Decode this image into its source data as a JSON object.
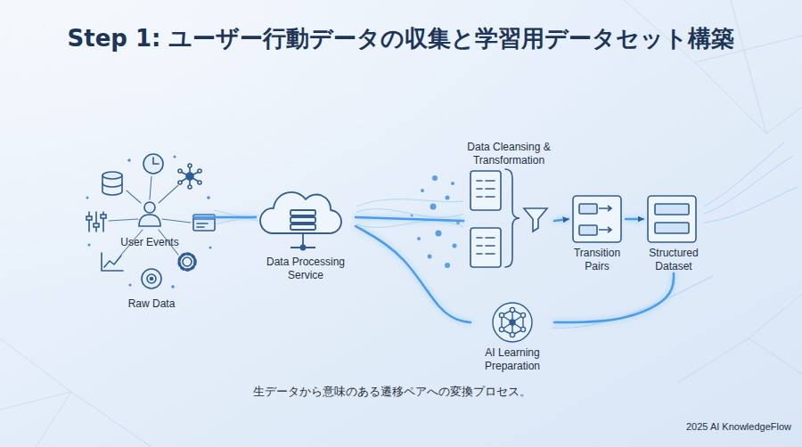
{
  "diagram": {
    "title": "Step 1: ユーザー行動データの収集と学習用データセット構築",
    "caption": "生データから意味のある遷移ペアへの変換プロセス。",
    "nodes": [
      {
        "text": [
          "User Events"
        ]
      },
      {
        "text": [
          "Data Processing Service"
        ]
      },
      {
        "text": [
          "Data Cleansing & Transformation"
        ]
      },
      {
        "text": [
          "Transition Pairs"
        ]
      },
      {
        "text": [
          "Structured Dataset"
        ]
      },
      {
        "text": [
          "AI Learning Preparation"
        ]
      }
    ],
    "edges": [
      {
        "from": 0,
        "to": 1,
        "arrow": "none"
      },
      {
        "from": 1,
        "to": 2,
        "arrow": "none"
      },
      {
        "from": 2,
        "to": 3,
        "arrow": "to"
      },
      {
        "from": 3,
        "to": 4,
        "arrow": "to"
      },
      {
        "from": 1,
        "to": 5,
        "arrow": "none"
      },
      {
        "from": 5,
        "to": 4,
        "arrow": "none"
      }
    ],
    "labels": [
      "Raw Data",
      "2025 AI KnowledgeFlow"
    ]
  }
}
